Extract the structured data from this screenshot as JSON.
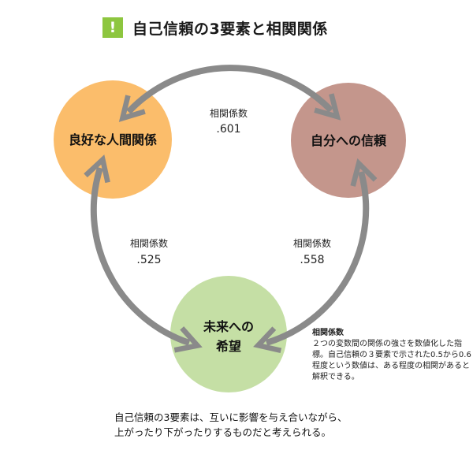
{
  "header": {
    "icon": "exclamation-icon",
    "title": "自己信頼の3要素と相関関係"
  },
  "nodes": {
    "relationships": {
      "label": "良好な人間関係",
      "color": "#fbbd6b"
    },
    "self_trust": {
      "label": "自分への信頼",
      "color": "#c4968c"
    },
    "future_hope": {
      "line1": "未来への",
      "line2": "希望",
      "color": "#c5dfa5"
    }
  },
  "correlations": {
    "top": {
      "label": "相関係数",
      "value": ".601"
    },
    "left": {
      "label": "相関係数",
      "value": ".525"
    },
    "right": {
      "label": "相関係数",
      "value": ".558"
    }
  },
  "note": {
    "title": "相関係数",
    "body": "２つの変数間の関係の強さを数値化した指標。自己信頼の３要素で示された0.5から0.6程度という数値は、ある程度の相関があると解釈できる。"
  },
  "caption": {
    "line1": "自己信頼の3要素は、互いに影響を与え合いながら、",
    "line2": "上がったり下がったりするものだと考えられる。"
  },
  "colors": {
    "arrow": "#8a8a8a",
    "badge": "#8dc63f"
  }
}
